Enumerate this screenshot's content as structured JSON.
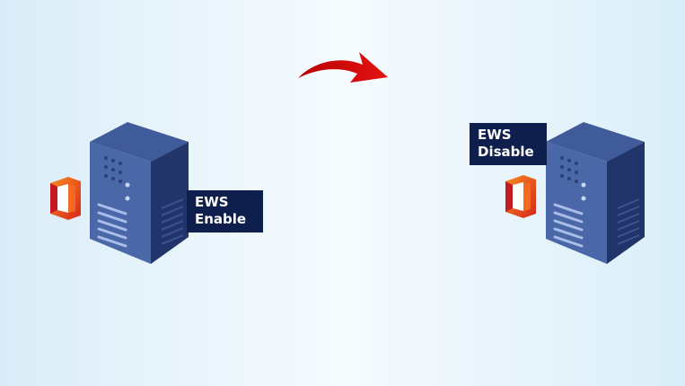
{
  "left_server": {
    "label_line1": "EWS",
    "label_line2": "Enable"
  },
  "right_server": {
    "label_line1": "EWS",
    "label_line2": "Disable"
  },
  "arrow": {
    "color": "#d40b0b",
    "direction": "right"
  },
  "icons": [
    "office-logo-icon",
    "server-rack-icon",
    "curved-arrow-icon"
  ],
  "colors": {
    "server_light": "#4d6aa8",
    "server_dark": "#233769",
    "label_bg": "#0e1f4d",
    "office_red": "#e03c1f",
    "office_orange": "#f47b20"
  }
}
